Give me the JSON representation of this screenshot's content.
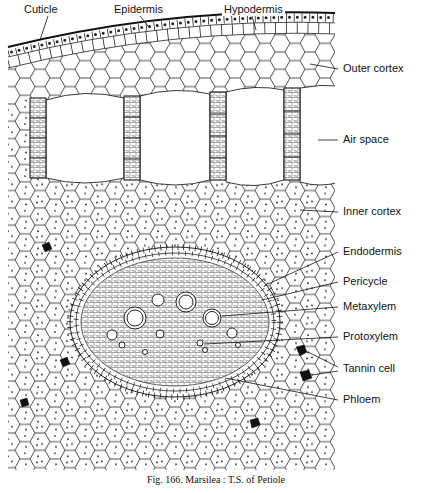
{
  "diagram": {
    "caption": "Fig. 166. Marsilea : T.S. of Petiole",
    "labels": [
      "Cuticle",
      "Epidermis",
      "Hypodermis",
      "Outer cortex",
      "Air space",
      "Inner cortex",
      "Endodermis",
      "Pericycle",
      "Metaxylem",
      "Protoxylem",
      "Tannin cell",
      "Phloem"
    ]
  }
}
